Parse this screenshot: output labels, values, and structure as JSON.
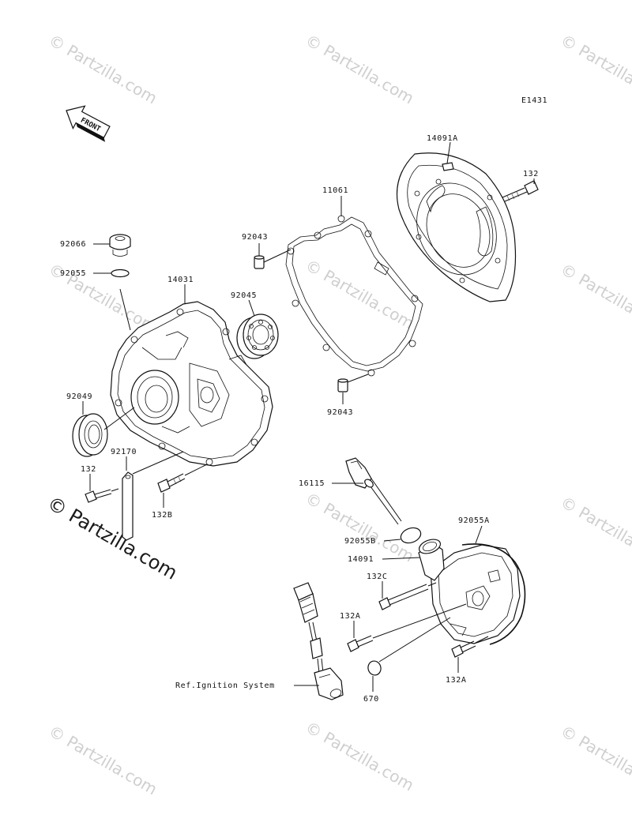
{
  "diagram_code": "E1431",
  "front_label": "FRONT",
  "watermark": {
    "text": "© Partzilla.com"
  },
  "parts": [
    {
      "id": "p14091A",
      "label": "14091A"
    },
    {
      "id": "p132_top",
      "label": "132"
    },
    {
      "id": "p11061",
      "label": "11061"
    },
    {
      "id": "p92043_top",
      "label": "92043"
    },
    {
      "id": "p92066",
      "label": "92066"
    },
    {
      "id": "p92055",
      "label": "92055"
    },
    {
      "id": "p14031",
      "label": "14031"
    },
    {
      "id": "p92045",
      "label": "92045"
    },
    {
      "id": "p92049",
      "label": "92049"
    },
    {
      "id": "p92043_bottom",
      "label": "92043"
    },
    {
      "id": "p92170",
      "label": "92170"
    },
    {
      "id": "p132_left",
      "label": "132"
    },
    {
      "id": "p132B",
      "label": "132B"
    },
    {
      "id": "p16115",
      "label": "16115"
    },
    {
      "id": "p92055A",
      "label": "92055A"
    },
    {
      "id": "p92055B",
      "label": "92055B"
    },
    {
      "id": "p14091",
      "label": "14091"
    },
    {
      "id": "p132C",
      "label": "132C"
    },
    {
      "id": "p132A_left",
      "label": "132A"
    },
    {
      "id": "p132A_right",
      "label": "132A"
    },
    {
      "id": "p670",
      "label": "670"
    },
    {
      "id": "ref_ignition",
      "label": "Ref.Ignition System"
    }
  ]
}
